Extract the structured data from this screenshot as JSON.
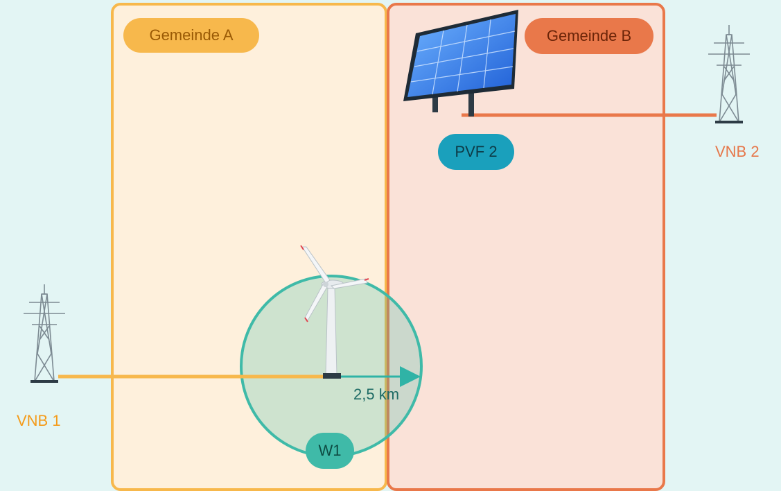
{
  "zones": {
    "a": {
      "label": "Gemeinde A"
    },
    "b": {
      "label": "Gemeinde B"
    }
  },
  "nodes": {
    "pvf": {
      "label": "PVF 2"
    },
    "wind": {
      "label": "W1"
    }
  },
  "grid_operators": {
    "vnb1": {
      "label": "VNB 1",
      "color": "#f49b1a"
    },
    "vnb2": {
      "label": "VNB 2",
      "color": "#e6774a"
    }
  },
  "radius": {
    "label": "2,5 km"
  },
  "icons": {
    "tower": "power-pylon-icon",
    "solar": "solar-panel-icon",
    "turbine": "wind-turbine-icon"
  }
}
